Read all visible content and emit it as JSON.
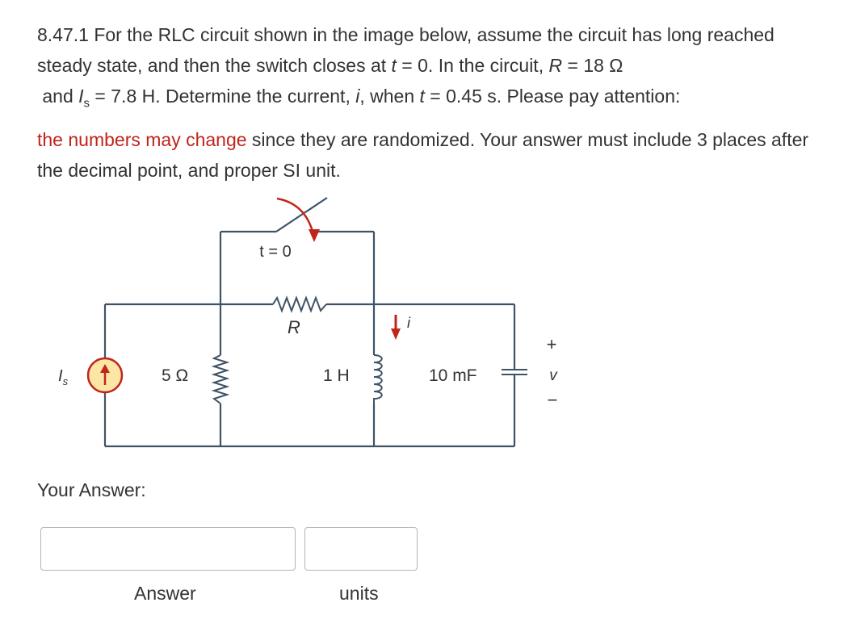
{
  "question": {
    "number": "8.47.1",
    "line1": "For the RLC circuit shown in the image below, assume the circuit has long reached steady state, and then the switch closes at ",
    "t_var": "t",
    "line1b": " = 0. In the circuit, ",
    "R_var": "R",
    "line1c": " = 18 Ω",
    "line2a": "and ",
    "Is_var": "I",
    "Is_sub": "s",
    "line2b": " = 7.8 H. Determine the current, ",
    "i_var": "i",
    "line2c": ", when ",
    "t_var2": "t",
    "line2d": " = 0.45 s. Please pay attention: ",
    "highlight": "the numbers may change",
    "line3": " since they are randomized. Your answer must include 3 places after the decimal point, and proper SI unit."
  },
  "circuit": {
    "switch_label": "t = 0",
    "resistor_R_label": "R",
    "source_label": "I",
    "source_sub": "s",
    "resistor_5_label": "5 Ω",
    "inductor_label": "1 H",
    "current_label": "i",
    "capacitor_label": "10 mF",
    "plus": "+",
    "v_label": "v",
    "minus": "−"
  },
  "form": {
    "your_answer_label": "Your Answer:",
    "answer_value": "",
    "units_value": "",
    "answer_label": "Answer",
    "units_label": "units"
  }
}
